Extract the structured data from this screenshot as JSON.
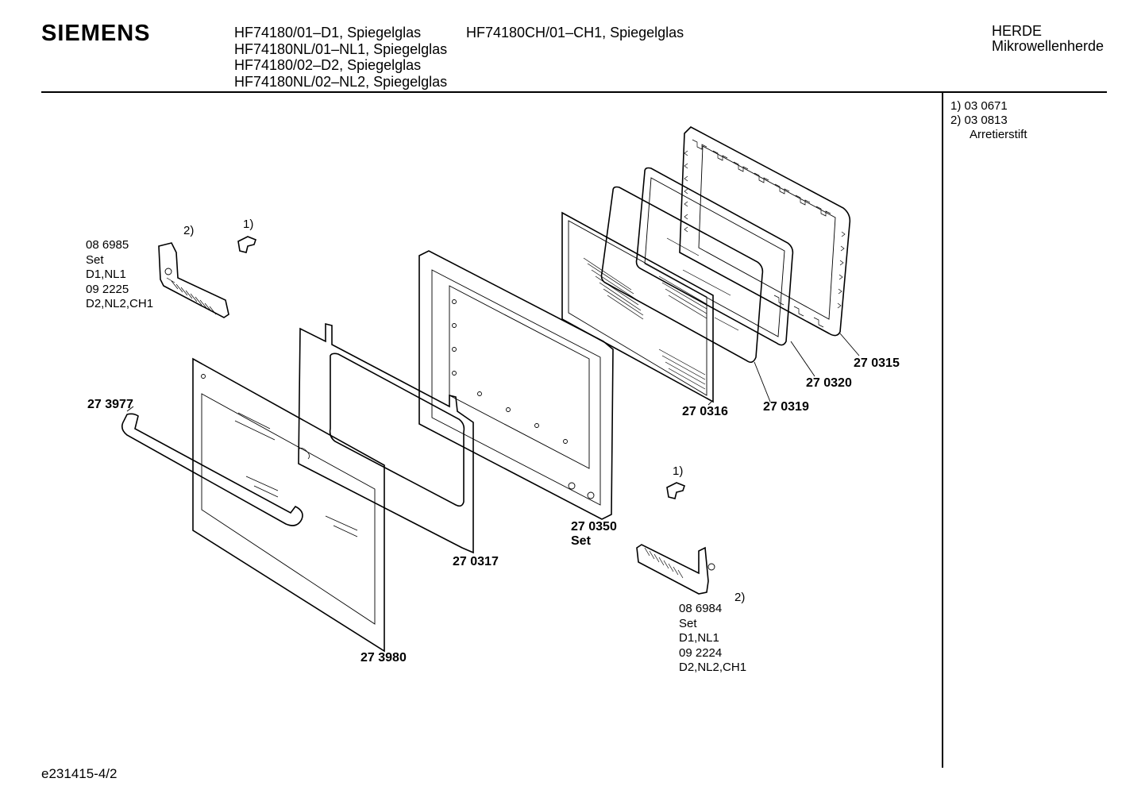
{
  "header": {
    "brand": "SIEMENS",
    "models_col1": [
      "HF74180/01–D1, Spiegelglas",
      "HF74180NL/01–NL1, Spiegelglas",
      "HF74180/02–D2, Spiegelglas",
      "HF74180NL/02–NL2, Spiegelglas"
    ],
    "models_col2": [
      "HF74180CH/01–CH1, Spiegelglas"
    ],
    "category": [
      "HERDE",
      "Mikrowellenherde"
    ]
  },
  "notes": [
    {
      "marker": "1)",
      "text": "03 0671"
    },
    {
      "marker": "2)",
      "text": "03 0813"
    },
    {
      "marker": "",
      "text": "Arretierstift"
    }
  ],
  "parts": {
    "hinge_left": {
      "marker": "2)",
      "lines": [
        "08 6985",
        "Set",
        "D1,NL1",
        "09 2225",
        "D2,NL2,CH1"
      ]
    },
    "pin_top": {
      "marker": "1)"
    },
    "pin_bottom": {
      "marker": "1)"
    },
    "hinge_right": {
      "marker": "2)",
      "lines": [
        "08 6984",
        "Set",
        "D1,NL1",
        "09 2224",
        "D2,NL2,CH1"
      ]
    },
    "handle": "27 3977",
    "front_glass": "27 3980",
    "inner_frame": "27 0317",
    "door_frame": [
      "27 0350",
      "Set"
    ],
    "screen_panel": "27 0316",
    "glass_pane": "27 0319",
    "seal": "27 0320",
    "choke_frame": "27 0315"
  },
  "footer": {
    "doc_id": "e231415-4/2"
  }
}
